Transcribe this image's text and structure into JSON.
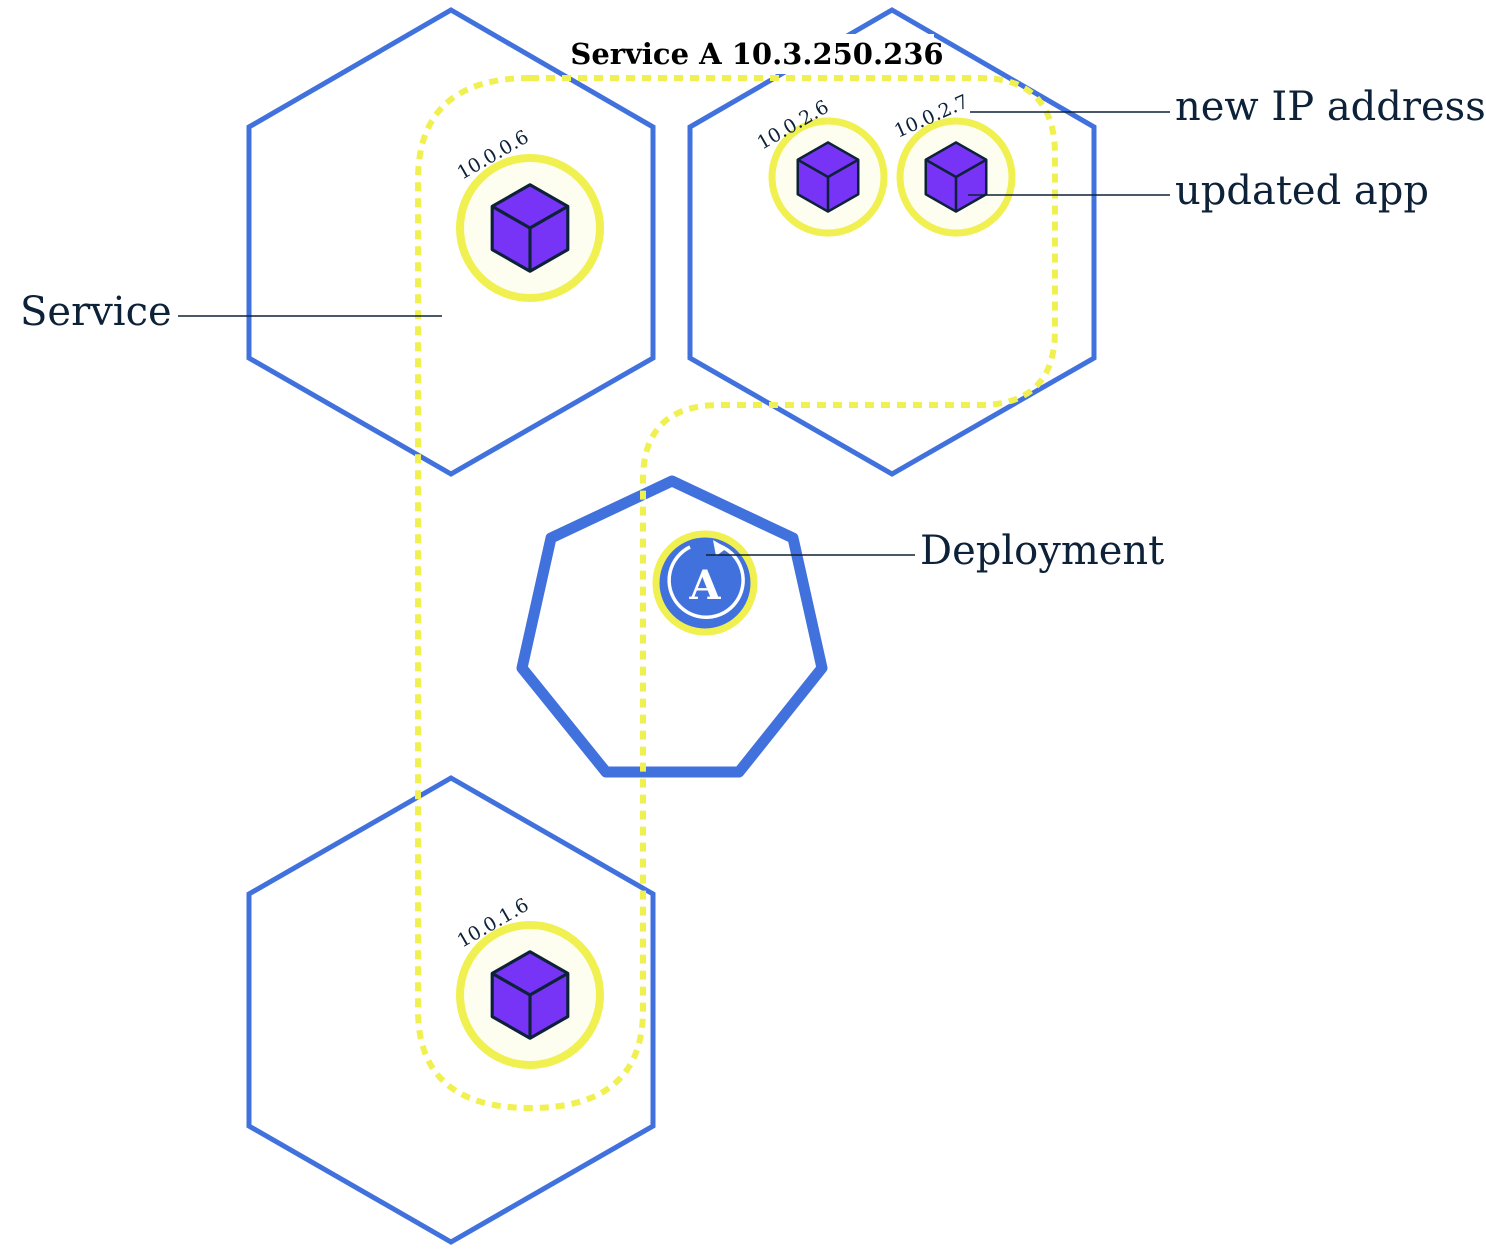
{
  "diagram": {
    "title": "Service A 10.3.250.236",
    "colors": {
      "node_outline": "#4171dd",
      "service_boundary": "#f0f050",
      "pod_ring": "#f0f050",
      "pod_fill": "#fdfdf0",
      "cube": "#7733f6",
      "cube_edge": "#0d2238",
      "deployment_badge": "#4171dd",
      "label_text": "#0d2238"
    },
    "nodes": [
      {
        "id": "node-top-left",
        "pods": [
          {
            "ip": "10.0.0.6"
          }
        ]
      },
      {
        "id": "node-top-right",
        "pods": [
          {
            "ip": "10.0.2.6"
          },
          {
            "ip": "10.0.2.7"
          }
        ]
      },
      {
        "id": "node-bottom-left",
        "pods": [
          {
            "ip": "10.0.1.6"
          }
        ]
      }
    ],
    "deployment": {
      "icon_letter": "A"
    },
    "callouts": {
      "service": "Service",
      "new_ip": "new IP address",
      "updated_app": "updated app",
      "deployment": "Deployment"
    }
  }
}
